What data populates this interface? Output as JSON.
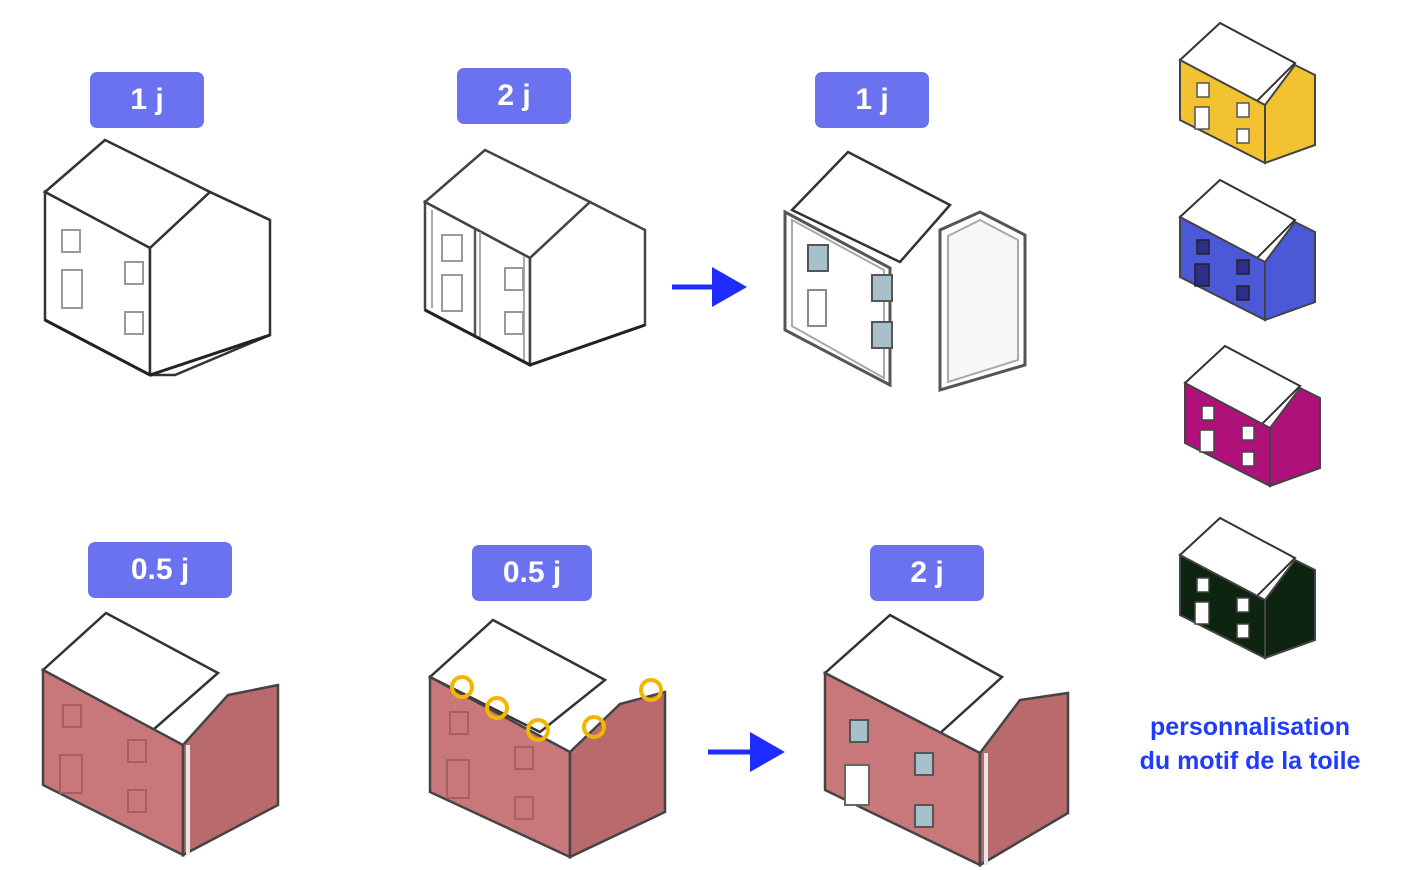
{
  "steps": [
    {
      "label": "1 j"
    },
    {
      "label": "2 j"
    },
    {
      "label": "1 j"
    },
    {
      "label": "0.5 j"
    },
    {
      "label": "0.5 j"
    },
    {
      "label": "2 j"
    }
  ],
  "caption": {
    "line1": "personnalisation",
    "line2": "du motif de la toile"
  },
  "colors": {
    "badge": "#6b72f0",
    "arrow": "#1f2cff",
    "caption": "#1f3bff",
    "fabric": "#c8787a",
    "fabric_side": "#b86a6d",
    "clips": "#f2b600",
    "variant_yellow": "#f2c230",
    "variant_blue": "#4b58d8",
    "variant_magenta": "#b0107a",
    "variant_darkgreen": "#0d2410"
  },
  "icons": [
    "house-icon",
    "arrow-right-icon",
    "clip-icon"
  ]
}
